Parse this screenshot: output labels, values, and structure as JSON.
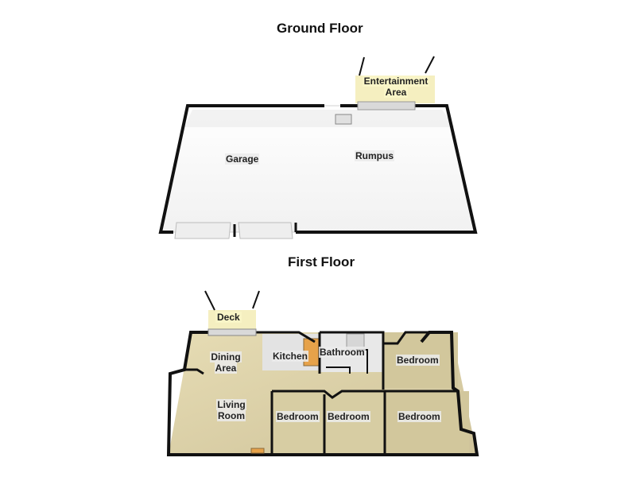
{
  "ground_floor": {
    "title": "Ground Floor",
    "rooms": {
      "garage": "Garage",
      "rumpus": "Rumpus",
      "entertainment_line1": "Entertainment",
      "entertainment_line2": "Area"
    }
  },
  "first_floor": {
    "title": "First Floor",
    "rooms": {
      "deck": "Deck",
      "dining_line1": "Dining",
      "dining_line2": "Area",
      "kitchen": "Kitchen",
      "bathroom": "Bathroom",
      "bedroom_ne": "Bedroom",
      "living_line1": "Living",
      "living_line2": "Room",
      "bedroom_1": "Bedroom",
      "bedroom_2": "Bedroom",
      "bedroom_3": "Bedroom"
    }
  },
  "colors": {
    "wall": "#111111",
    "ground_floor_fill": "#f6f6f6",
    "first_floor_fill": "#d9cfa6",
    "deck_fill": "#f5efc0",
    "kitchen_tile": "#e3e3e3"
  }
}
